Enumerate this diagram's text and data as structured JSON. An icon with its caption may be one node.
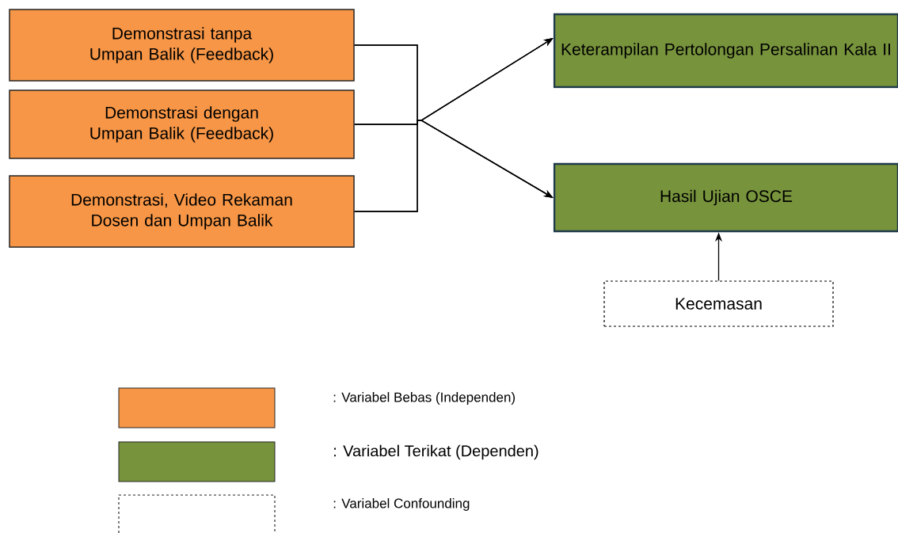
{
  "diagram": {
    "nodes": [
      {
        "text": [
          "Demonstrasi tanpa Umpan Balik (Feedback)"
        ]
      },
      {
        "text": [
          "Demonstrasi dengan Umpan Balik (Feedback)"
        ]
      },
      {
        "text": [
          "Demonstrasi, Video Rekaman Dosen dan Umpan Balik"
        ]
      },
      {
        "text": [
          "Keterampilan Pertolongan Persalinan Kala II"
        ]
      },
      {
        "text": [
          "Hasil Ujian OSCE"
        ]
      },
      {
        "text": [
          "Kecemasan"
        ]
      }
    ],
    "edges": [
      {
        "from": 0,
        "to": 3,
        "arrow": "to"
      },
      {
        "from": 1,
        "to": 3,
        "arrow": "to"
      },
      {
        "from": 2,
        "to": 3,
        "arrow": "to"
      },
      {
        "from": 0,
        "to": 4,
        "arrow": "to"
      },
      {
        "from": 1,
        "to": 4,
        "arrow": "to"
      },
      {
        "from": 2,
        "to": 4,
        "arrow": "to"
      },
      {
        "from": 5,
        "to": 4,
        "arrow": "to"
      }
    ],
    "legend": [
      {
        "text": ": Variabel Bebas (Independen)",
        "color": "#f79646"
      },
      {
        "text": ": Variabel Terikat (Dependen)",
        "color": "#77933c"
      },
      {
        "text": ":  Variabel Confounding"
      }
    ]
  }
}
